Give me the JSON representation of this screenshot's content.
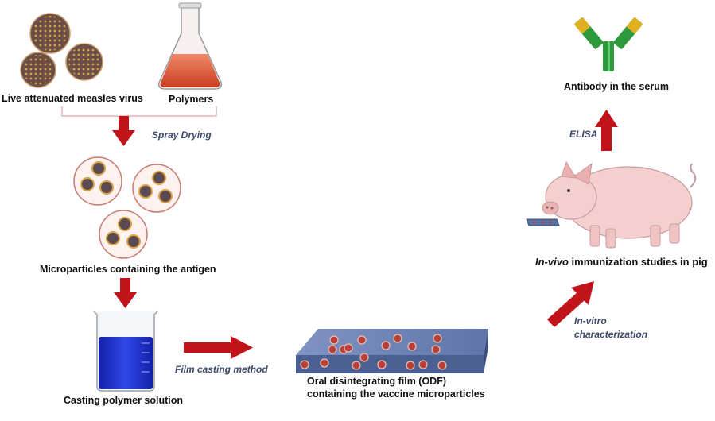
{
  "labels": {
    "virus": "Live attenuated measles virus",
    "polymers": "Polymers",
    "microparticles": "Microparticles containing the antigen",
    "casting_solution": "Casting polymer solution",
    "odf_line1": "Oral disintegrating film (ODF)",
    "odf_line2": "containing the vaccine microparticles",
    "in_vivo_italic": "In-vivo",
    "in_vivo_rest": " immunization studies in pig",
    "antibody": "Antibody in the serum"
  },
  "steps": {
    "spray_drying": "Spray Drying",
    "film_casting": "Film casting method",
    "in_vitro_line1": "In-vitro",
    "in_vitro_line2": "characterization",
    "elisa": "ELISA"
  },
  "colors": {
    "arrow": "#c0141a",
    "virus_body": "#7a5a52",
    "virus_spikes": "#d9a441",
    "polymer_liquid": "#e8603c",
    "casting_liquid": "#1c2fc7",
    "film": "#5a6fa0",
    "particle": "#b5413a",
    "pig": "#f1c7c7",
    "antibody_green": "#2e9a3c",
    "antibody_yellow": "#e0b020"
  }
}
